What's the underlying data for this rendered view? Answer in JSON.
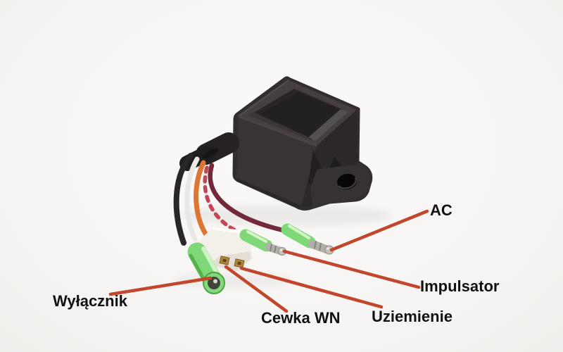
{
  "diagram": {
    "subject": "cdi-ignition-module-with-wiring",
    "labels": [
      {
        "id": "wylacznik",
        "text": "Wyłącznik"
      },
      {
        "id": "cewka-wn",
        "text": "Cewka WN"
      },
      {
        "id": "uziemienie",
        "text": "Uziemienie"
      },
      {
        "id": "impulsator",
        "text": "Impulsator"
      },
      {
        "id": "ac",
        "text": "AC"
      }
    ],
    "colors": {
      "background": "#f5f4f2",
      "label_text": "#111111",
      "annotation_line": "#c2462b",
      "box_body": "#332e2e",
      "connector_white": "#f3f0ea",
      "connector_green": "#7fd878",
      "metal_silver": "#b2afa9",
      "terminal_brass": "#b0853c",
      "wire_black": "#2a2626",
      "wire_white": "#eae8e4",
      "wire_orange": "#dd7632",
      "wire_maroon": "#74293a",
      "wire_stripe": "#c24756"
    }
  }
}
